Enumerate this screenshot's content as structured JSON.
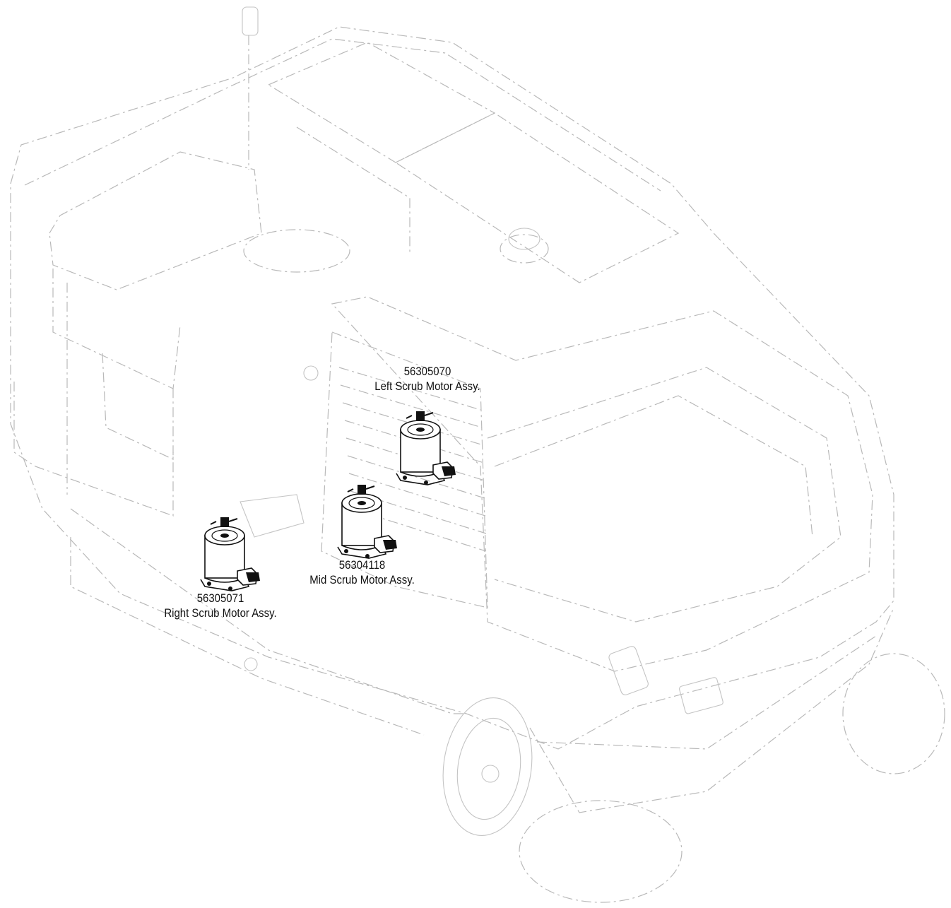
{
  "callouts": [
    {
      "part_number": "56305070",
      "name": "Left Scrub Motor Assy."
    },
    {
      "part_number": "56304118",
      "name": "Mid Scrub Motor Assy."
    },
    {
      "part_number": "56305071",
      "name": "Right Scrub Motor Assy."
    }
  ],
  "colors": {
    "machine_outline": "#b9b9b9",
    "motor_ink": "#111111",
    "label_text": "#111111"
  }
}
